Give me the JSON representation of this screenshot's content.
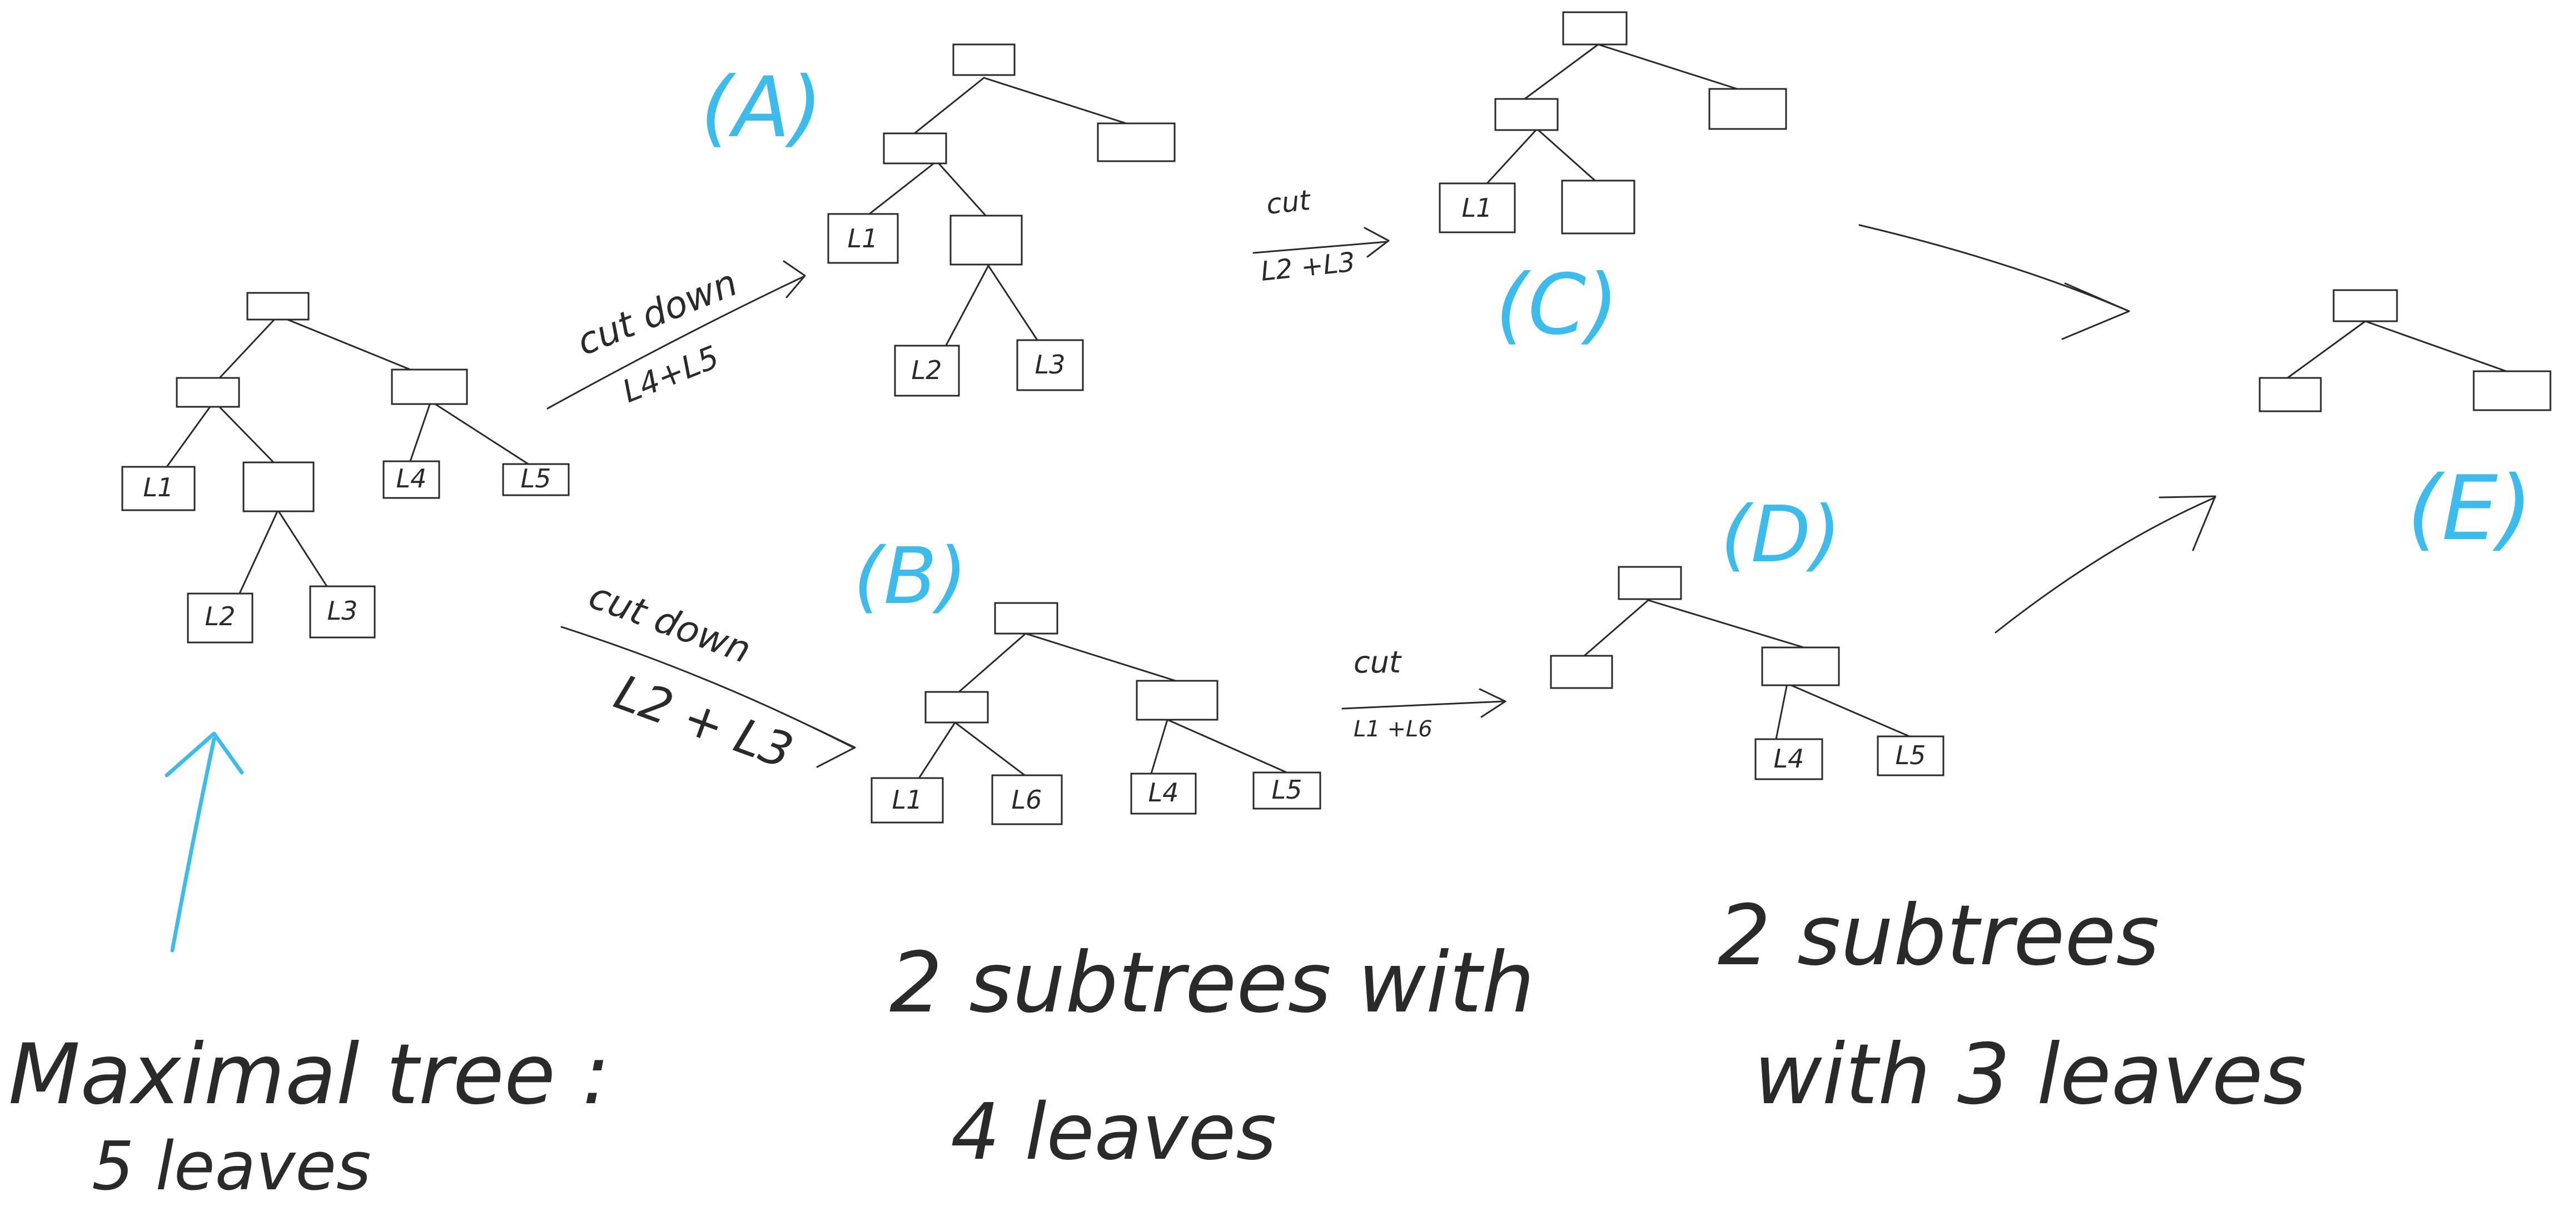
{
  "colors": {
    "ink": "#2a2a2a",
    "accent": "#3bbcec",
    "background": "#ffffff"
  },
  "labels": {
    "A": "(A)",
    "B": "(B)",
    "C": "(C)",
    "D": "(D)",
    "E": "(E)"
  },
  "leaves": {
    "L1": "L1",
    "L2": "L2",
    "L3": "L3",
    "L4": "L4",
    "L5": "L5",
    "L6": "L6"
  },
  "arrows": {
    "cut_A_line1": "cut down",
    "cut_A_line2": "L4+L5",
    "cut_B_line1": "cut down",
    "cut_B_line2": "L2 + L3",
    "cut_C_line1": "cut",
    "cut_C_line2": "L2 +L3",
    "cut_D_line1": "cut",
    "cut_D_line2": "L1 +L6"
  },
  "notes": {
    "maximal_line1": "Maximal tree :",
    "maximal_line2": "5 leaves",
    "four_line1": "2 subtrees with",
    "four_line2": "4 leaves",
    "three_line1": "2 subtrees",
    "three_line2": "with 3 leaves"
  }
}
